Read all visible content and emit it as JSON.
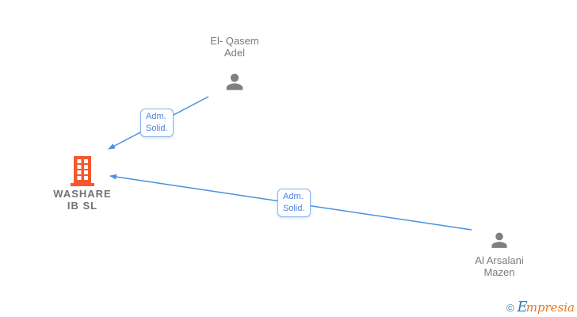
{
  "diagram": {
    "nodes": [
      {
        "id": "el-qasem-adel",
        "type": "person",
        "label": "El- Qasem\nAdel"
      },
      {
        "id": "washare-ib-sl",
        "type": "company",
        "label": "WASHARE\nIB SL"
      },
      {
        "id": "al-arsalani-mazen",
        "type": "person",
        "label": "Al Arsalani\nMazen"
      }
    ],
    "edges": [
      {
        "from": "el-qasem-adel",
        "to": "washare-ib-sl",
        "label": "Adm.\nSolid."
      },
      {
        "from": "al-arsalani-mazen",
        "to": "washare-ib-sl",
        "label": "Adm.\nSolid."
      }
    ],
    "colors": {
      "edge_blue": "#4a90e2",
      "edge_label_text": "#4a82e0",
      "edge_label_border": "#8ab4ec",
      "company_orange": "#f4582c",
      "person_gray": "#808080",
      "name_text_gray": "#7a7a7a",
      "brand_teal": "#2e7da8",
      "brand_orange": "#e8781e"
    }
  },
  "watermark": {
    "copyright_symbol": "©",
    "brand_first": "E",
    "brand_rest": "mpresia"
  }
}
